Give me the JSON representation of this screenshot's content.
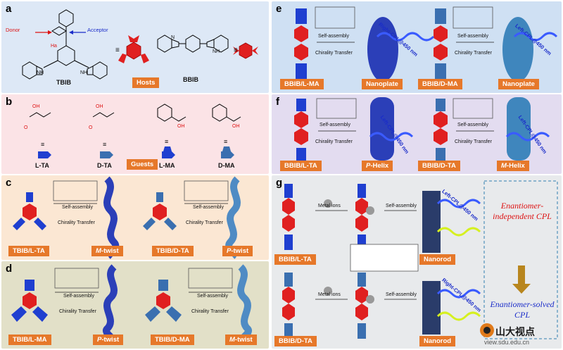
{
  "panels": {
    "a": {
      "label": "a",
      "donor": "Donor",
      "acceptor": "Acceptor",
      "ha": "Ha",
      "nh": "NH",
      "n": "N",
      "tibib": "TBIB",
      "bbib": "BBIB",
      "equiv": "≡",
      "hosts": "Hosts"
    },
    "b": {
      "label": "b",
      "lta": "L-TA",
      "dta": "D-TA",
      "lma": "L-MA",
      "dma": "D-MA",
      "guests": "Guests",
      "oh": "OH",
      "o": "O",
      "equiv": "≡"
    },
    "c": {
      "label": "c",
      "self_assembly": "Self-assembly",
      "chirality_transfer": "Chirality Transfer",
      "tag1": "TBIB/L-TA",
      "tag2_italic": "M",
      "tag2_rest": "-twist",
      "tag3": "TBIB/D-TA",
      "tag4_italic": "P",
      "tag4_rest": "-twist"
    },
    "d": {
      "label": "d",
      "self_assembly": "Self-assembly",
      "chirality_transfer": "Chirality Transfer",
      "tag1": "TBIB/L-MA",
      "tag2_italic": "P",
      "tag2_rest": "-twist",
      "tag3": "TBIB/D-MA",
      "tag4_italic": "M",
      "tag4_rest": "-twist"
    },
    "e": {
      "label": "e",
      "self_assembly": "Self-assembly",
      "chirality_transfer": "Chirality Transfer",
      "tag1": "BBIB/L-MA",
      "tag2": "Nanoplate",
      "tag3": "BBIB/D-MA",
      "tag4": "Nanoplate",
      "cpl_right": "Right-CPL@450 nm",
      "cpl_left": "Left-CPL@450 nm"
    },
    "f": {
      "label": "f",
      "self_assembly": "Self-assembly",
      "chirality_transfer": "Chirality Transfer",
      "tag1": "BBIB/L-TA",
      "tag2_italic": "P",
      "tag2_rest": "-Helix",
      "tag3": "BBIB/D-TA",
      "tag4_italic": "M",
      "tag4_rest": "-Helix",
      "cpl_left": "Left-CPL@450 nm"
    },
    "g": {
      "label": "g",
      "metal_ions": "Metal ions",
      "self_assembly": "Self-assembly",
      "tag1": "BBIB/L-TA",
      "tag2": "Nanorod",
      "tag3": "BBIB/D-TA",
      "tag4": "Nanorod",
      "cpl_left": "Left-CPL@450 nm",
      "cpl_right": "Right-CPL@450 nm",
      "enantiomer_independent": "Enantiomer-independent CPL",
      "enantiomer_solved": "Enantiomer-solved CPL"
    }
  },
  "watermark": {
    "brand": "山大视点",
    "url": "view.sdu.edu.cn"
  },
  "colors": {
    "panel_a": "#dde8f6",
    "panel_b": "#fbe3e6",
    "panel_c": "#fbe7d3",
    "panel_d": "#e2e0c8",
    "panel_e": "#cfe0f3",
    "panel_f": "#e3dcf0",
    "panel_g": "#e8eaec",
    "red": "#e02020",
    "blue": "#1f3fd0",
    "steel": "#3a6fb0",
    "orange": "#e6782a"
  }
}
